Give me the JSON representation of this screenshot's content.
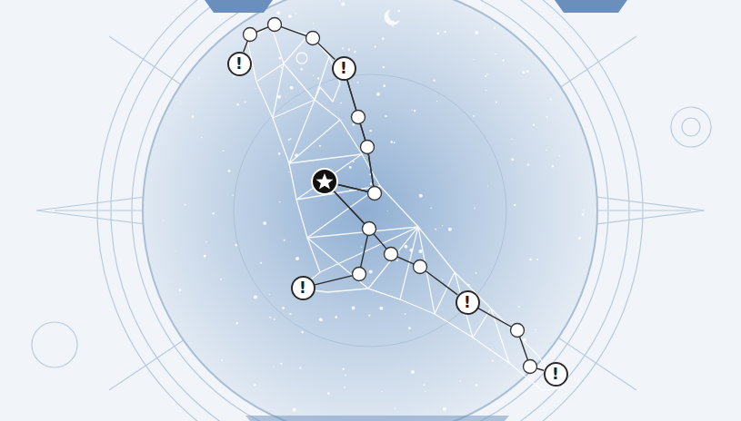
{
  "diagram": {
    "nodes": [
      {
        "text": [
          "!"
        ]
      },
      {
        "text": [
          "!"
        ]
      },
      {
        "text": [
          "!"
        ]
      },
      {
        "text": [
          "!"
        ]
      },
      {
        "text": [
          "!"
        ]
      }
    ],
    "edges": [
      {
        "from": 0,
        "to": 1,
        "arrow": "none"
      },
      {
        "from": 1,
        "to": 2,
        "arrow": "none"
      },
      {
        "from": 1,
        "to": 3,
        "arrow": "none"
      },
      {
        "from": 3,
        "to": 4,
        "arrow": "none"
      }
    ]
  }
}
